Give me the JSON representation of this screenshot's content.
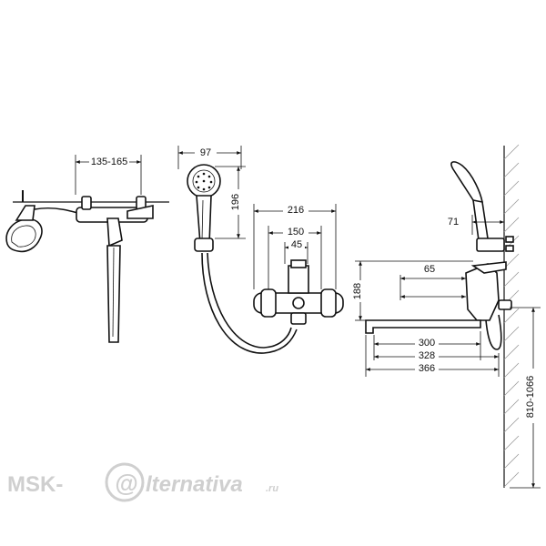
{
  "dimensions": {
    "spacing_range": "135-165",
    "head_width": "97",
    "head_height": "196",
    "body_width": "216",
    "inlet_spacing": "150",
    "center_width": "45",
    "spout_height": "188",
    "bracket_offset": "71",
    "outlet_offset": "65",
    "spout_length_a": "300",
    "spout_length_b": "328",
    "spout_length_c": "366",
    "mount_height_range": "810-1066"
  },
  "watermark": {
    "left": "MSK-",
    "symbol": "@",
    "right": "lternativa",
    "suffix": ".ru"
  },
  "colors": {
    "line": "#111111",
    "hatch": "#999999",
    "watermark": "#cfcfcf"
  }
}
